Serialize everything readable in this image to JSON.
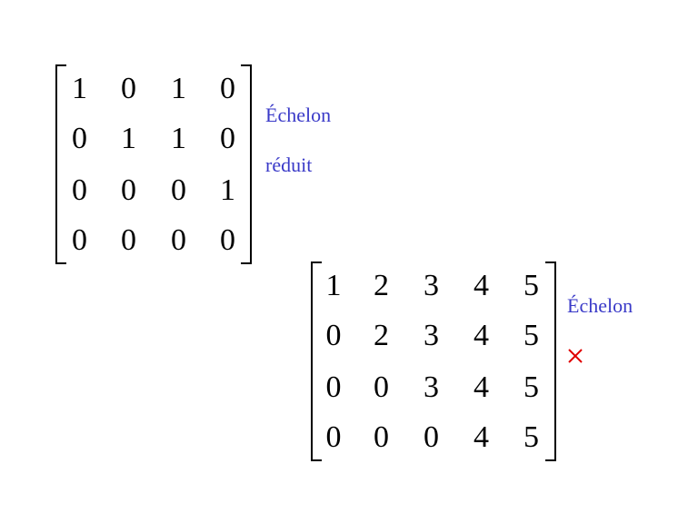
{
  "matrices": [
    {
      "rows": [
        [
          "1",
          "0",
          "1",
          "0"
        ],
        [
          "0",
          "1",
          "1",
          "0"
        ],
        [
          "0",
          "0",
          "0",
          "1"
        ],
        [
          "0",
          "0",
          "0",
          "0"
        ]
      ],
      "labels": [
        "Échelon",
        "réduit"
      ]
    },
    {
      "rows": [
        [
          "1",
          "2",
          "3",
          "4",
          "5"
        ],
        [
          "0",
          "2",
          "3",
          "4",
          "5"
        ],
        [
          "0",
          "0",
          "3",
          "4",
          "5"
        ],
        [
          "0",
          "0",
          "0",
          "4",
          "5"
        ]
      ],
      "labels": [
        "Échelon"
      ],
      "mark_icon": "cross-icon"
    }
  ],
  "colors": {
    "label": "#3a3ac8",
    "cross": "#e00000"
  }
}
